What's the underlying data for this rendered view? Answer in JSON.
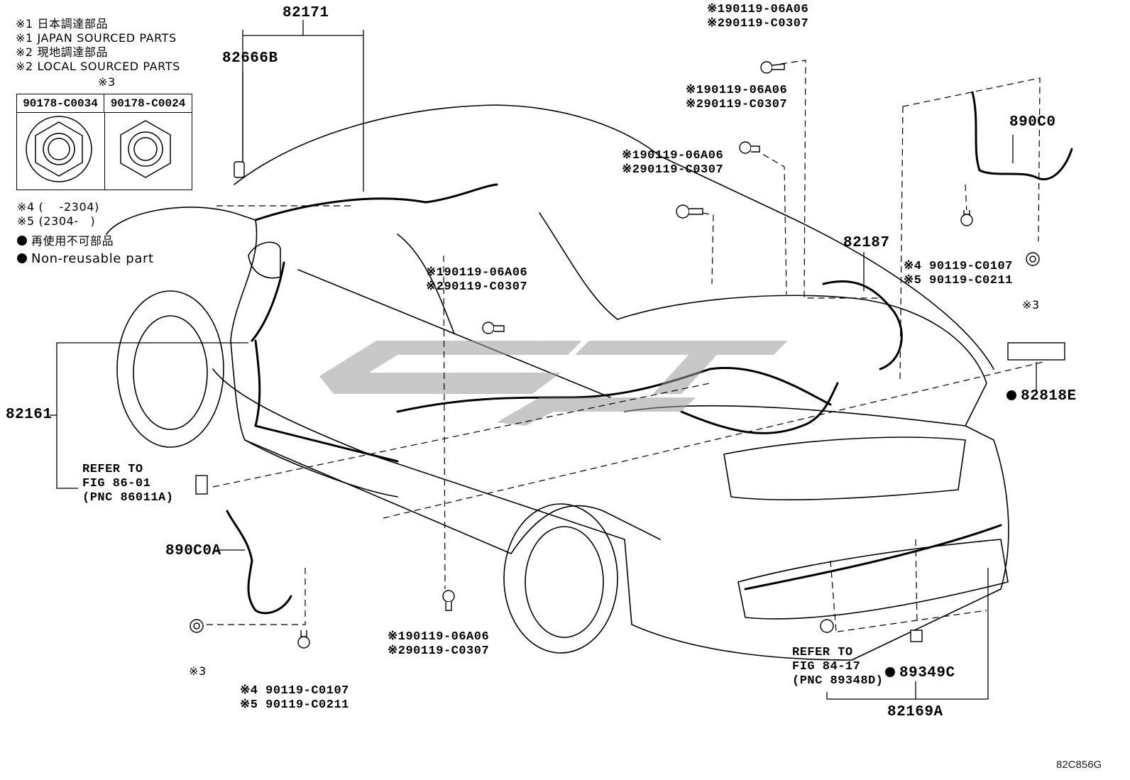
{
  "legend": {
    "note1_jp": "※1 日本調達部品",
    "note1_en": "※1 JAPAN SOURCED PARTS",
    "note2_jp": "※2 現地調達部品",
    "note2_en": "※2 LOCAL SOURCED PARTS",
    "note3": "※3",
    "table_col1": "90178-C0034",
    "table_col2": "90178-C0024",
    "note4": "※4 (　 -2304)",
    "note5": "※5 (2304-　)",
    "nonreuse_jp": "再使用不可部品",
    "nonreuse_en": "Non-reusable part"
  },
  "parts": {
    "p82171": "82171",
    "p82666B": "82666B",
    "p82161": "82161",
    "p82187": "82187",
    "p890C0": "890C0",
    "p890C0A": "890C0A",
    "p82818E": "82818E",
    "p89349C": "89349C",
    "p82169A": "82169A"
  },
  "bolts": {
    "top1_a": "※190119-06A06",
    "top1_b": "※290119-C0307",
    "top2_a": "※190119-06A06",
    "top2_b": "※290119-C0307",
    "top3_a": "※190119-06A06",
    "top3_b": "※290119-C0307",
    "mid_a": "※190119-06A06",
    "mid_b": "※290119-C0307",
    "low_a": "※190119-06A06",
    "low_b": "※290119-C0307",
    "right_a": "※4 90119-C0107",
    "right_b": "※5 90119-C0211",
    "right_n3": "※3",
    "left_a": "※4 90119-C0107",
    "left_b": "※5 90119-C0211",
    "left_n3": "※3"
  },
  "refs": {
    "ref1_l1": "REFER TO",
    "ref1_l2": "FIG 86-01",
    "ref1_l3": "(PNC 86011A)",
    "ref2_l1": "REFER TO",
    "ref2_l2": "FIG 84-17",
    "ref2_l3": "(PNC 89348D)"
  },
  "footer": {
    "code": "82C856G"
  }
}
